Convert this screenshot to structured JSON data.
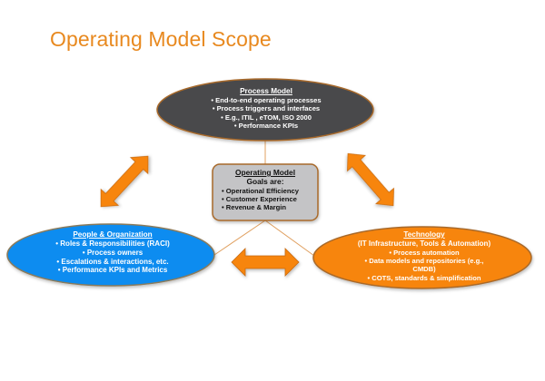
{
  "title": "Operating Model Scope",
  "colors": {
    "title": "#e8891f",
    "process_fill": "#4a4a4c",
    "center_fill": "#c4c4c6",
    "people_fill": "#0a8cf0",
    "tech_fill": "#f7850f",
    "arrow_fill": "#f7850f",
    "outline": "#a8692a",
    "connector": "#e0a060"
  },
  "process_model": {
    "heading": "Process Model",
    "items": [
      "• End-to-end operating processes",
      "• Process triggers and interfaces",
      "• E.g., ITIL , eTOM, ISO 2000",
      "• Performance KPIs"
    ]
  },
  "operating_model": {
    "heading": "Operating Model",
    "subheading": "Goals are:",
    "items": [
      "• Operational Efficiency",
      "• Customer Experience",
      "• Revenue & Margin"
    ]
  },
  "people_organization": {
    "heading": "People & Organization",
    "items": [
      "• Roles & Responsibilities  (RACI)",
      "• Process owners",
      "• Escalations & interactions, etc.",
      "• Performance KPIs and Metrics"
    ]
  },
  "technology": {
    "heading": "Technology",
    "subheading": "(IT Infrastructure, Tools & Automation)",
    "items": [
      "• Process automation",
      "• Data models and repositories (e.g.,",
      "CMDB)",
      "• COTS, standards & simplification"
    ]
  },
  "arrows": [
    {
      "name": "people-process-arrow",
      "direction": "bidirectional"
    },
    {
      "name": "process-technology-arrow",
      "direction": "bidirectional"
    },
    {
      "name": "people-technology-arrow",
      "direction": "bidirectional"
    }
  ]
}
